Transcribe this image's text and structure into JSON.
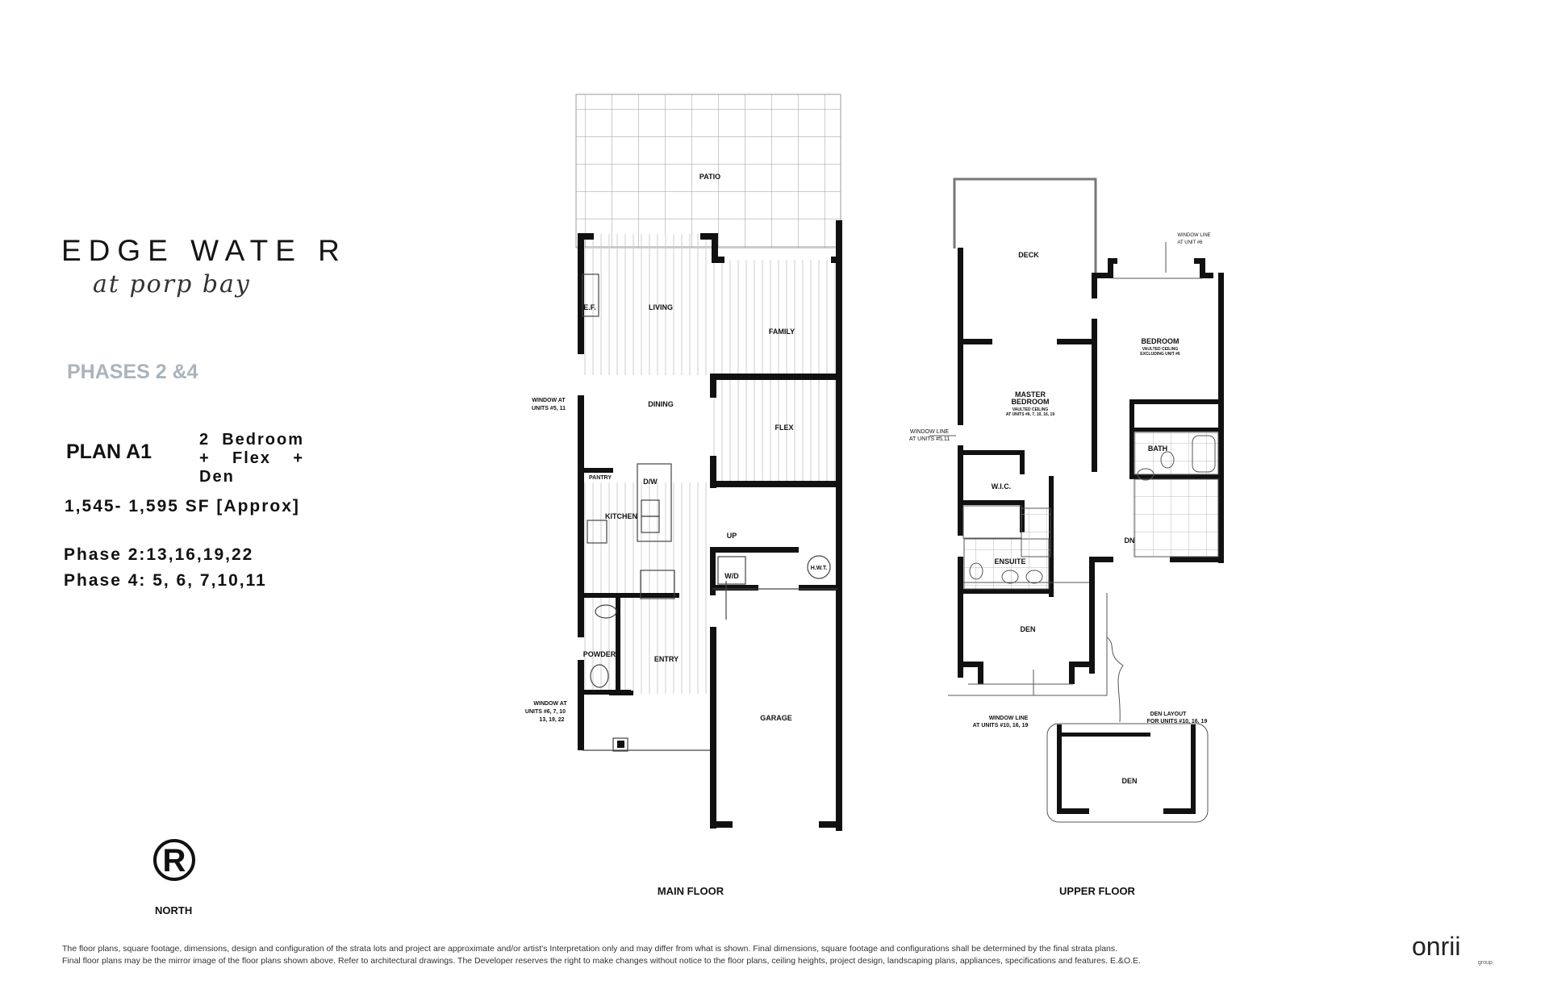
{
  "brand": {
    "name": "EDGE WATE R",
    "script": "at porp bay"
  },
  "phases_heading": "PHASES 2 &4",
  "plan": {
    "name": "PLAN A1",
    "description": "2 Bedroom + Flex + Den",
    "area": "1,545- 1,595 SF [Approx]",
    "phase_2": "Phase 2:13,16,19,22",
    "phase_4": "Phase 4: 5, 6, 7,10,11"
  },
  "north": {
    "symbol": "R",
    "label": "NORTH"
  },
  "main_floor": {
    "caption": "MAIN FLOOR",
    "rooms": {
      "patio": "PATIO",
      "living": "LIVING",
      "family": "FAMILY",
      "dining": "DINING",
      "flex": "FLEX",
      "pantry": "PANTRY",
      "dw": "D/W",
      "kitchen": "KITCHEN",
      "up": "UP",
      "wd": "W/D",
      "hwt": "H.W.T.",
      "powder": "POWDER",
      "entry": "ENTRY",
      "garage": "GARAGE",
      "ef": "E.F."
    },
    "notes": {
      "window_1a": "WINDOW AT",
      "window_1b": "UNITS #5, 11",
      "window_2a": "WINDOW AT",
      "window_2b": "UNITS #6, 7, 10",
      "window_2c": "13, 19, 22"
    }
  },
  "upper_floor": {
    "caption": "UPPER FLOOR",
    "rooms": {
      "deck": "DECK",
      "bedroom": "BEDROOM",
      "bedroom_note_1": "VAULTED CEILING",
      "bedroom_note_2": "EXCLUDING UNIT #6",
      "master_1": "MASTER",
      "master_2": "BEDROOM",
      "master_note_1": "VAULTED CEILING",
      "master_note_2": "AT UNITS #6, 7, 10, 16, 19",
      "wic": "W.I.C.",
      "bath": "BATH",
      "ensuite": "ENSUITE",
      "dn": "DN",
      "den": "DEN",
      "den_alt": "DEN"
    },
    "notes": {
      "wl_a": "WINDOW LINE",
      "wl_b": "AT UNITS #10, 16, 19",
      "wl511_a": "WINDOW LINE",
      "wl511_b": "AT UNITS #5,11",
      "wl6_a": "WINDOW LINE",
      "wl6_b": "AT UNIT #6",
      "den_layout_a": "DEN LAYOUT",
      "den_layout_b": "FOR UNITS #10, 16, 19"
    }
  },
  "disclaimer": {
    "line1": "The floor plans, square footage, dimensions, design and configuration of the strata lots and project are approximate and/or artist's Interpretation only and may differ from what is shown. Final dimensions, square footage and configurations shall be determined by the final strata plans.",
    "line2": "Final floor plans may be the mirror image of the floor plans shown above. Refer to architectural drawings. The Developer reserves the right to make changes without notice to the floor plans, ceiling heights, project design, landscaping plans, appliances, specifications and features. E.&O.E."
  },
  "developer_logo": {
    "name": "onrii",
    "sub": "group"
  }
}
